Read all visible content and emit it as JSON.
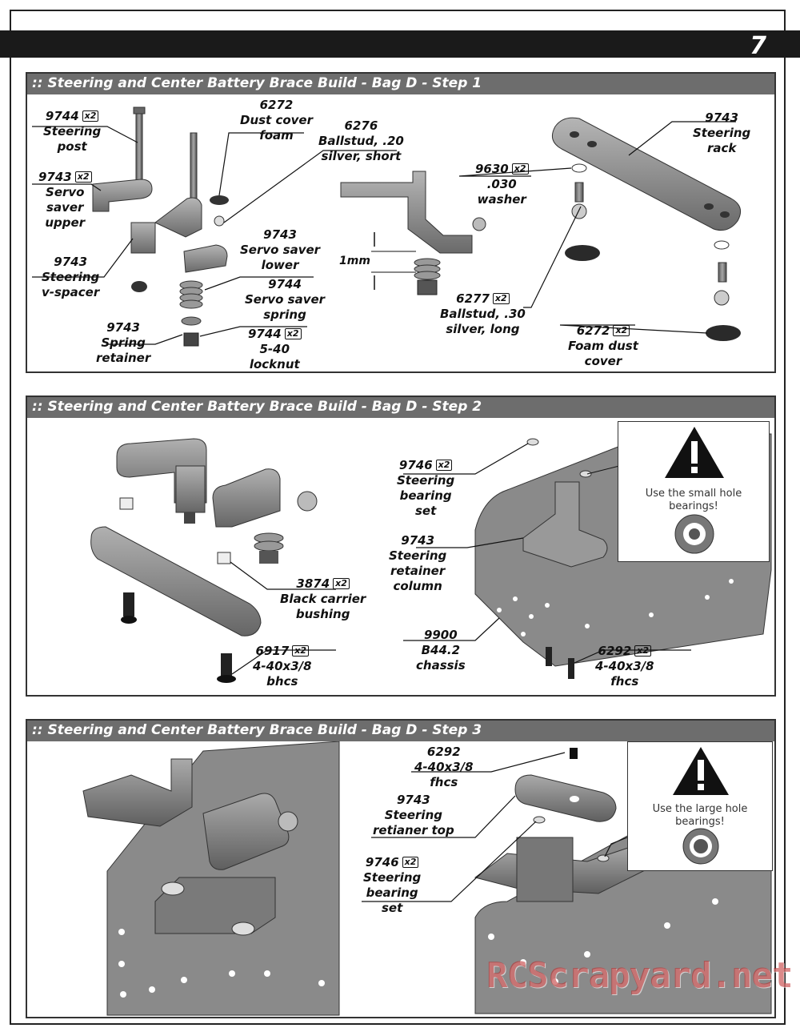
{
  "page": {
    "number": "7"
  },
  "step1": {
    "title": ":: Steering and Center Battery Brace Build - Bag D - Step 1",
    "labels": {
      "p9744_post": {
        "num": "9744",
        "qty": "x2",
        "line1": "Steering",
        "line2": "post"
      },
      "p9743_upper": {
        "num": "9743",
        "qty": "x2",
        "line1": "Servo",
        "line2": "saver",
        "line3": "upper"
      },
      "p9743_vspacer": {
        "num": "9743",
        "line1": "Steering",
        "line2": "v-spacer"
      },
      "p9743_retainer": {
        "num": "9743",
        "line1": "Spring",
        "line2": "retainer"
      },
      "p6272_dust": {
        "num": "6272",
        "line1": "Dust cover",
        "line2": "foam"
      },
      "p6276_ball": {
        "num": "6276",
        "line1": "Ballstud, .20",
        "line2": "silver, short"
      },
      "p9743_lower": {
        "num": "9743",
        "line1": "Servo saver",
        "line2": "lower"
      },
      "p9744_spring": {
        "num": "9744",
        "line1": "Servo saver",
        "line2": "spring"
      },
      "p9744_locknut": {
        "num": "9744",
        "qty": "x2",
        "line1": "5-40",
        "line2": "locknut"
      },
      "p9630_washer": {
        "num": "9630",
        "qty": "x2",
        "line1": ".030",
        "line2": "washer"
      },
      "p6277_ball": {
        "num": "6277",
        "qty": "x2",
        "line1": "Ballstud, .30",
        "line2": "silver, long"
      },
      "p9743_rack": {
        "num": "9743",
        "line1": "Steering",
        "line2": "rack"
      },
      "p6272_foam": {
        "num": "6272",
        "qty": "x2",
        "line1": "Foam dust",
        "line2": "cover"
      },
      "dim_1mm": "1mm"
    }
  },
  "step2": {
    "title": ":: Steering and Center Battery Brace Build - Bag D - Step 2",
    "labels": {
      "p3874": {
        "num": "3874",
        "qty": "x2",
        "line1": "Black carrier",
        "line2": "bushing"
      },
      "p6917": {
        "num": "6917",
        "qty": "x2",
        "line1": "4-40x3/8",
        "line2": "bhcs"
      },
      "p9746": {
        "num": "9746",
        "qty": "x2",
        "line1": "Steering",
        "line2": "bearing",
        "line3": "set"
      },
      "p9743_col": {
        "num": "9743",
        "line1": "Steering",
        "line2": "retainer",
        "line3": "column"
      },
      "p9900": {
        "num": "9900",
        "line1": "B44.2",
        "line2": "chassis"
      },
      "p6292": {
        "num": "6292",
        "qty": "x2",
        "line1": "4-40x3/8",
        "line2": "fhcs"
      }
    },
    "warning": {
      "icon": "warning-triangle-icon",
      "text1": "Use the small hole",
      "text2": "bearings!"
    }
  },
  "step3": {
    "title": ":: Steering and Center Battery Brace Build - Bag D - Step 3",
    "labels": {
      "p6292": {
        "num": "6292",
        "line1": "4-40x3/8",
        "line2": "fhcs"
      },
      "p9743_top": {
        "num": "9743",
        "line1": "Steering",
        "line2": "retianer top"
      },
      "p9746": {
        "num": "9746",
        "qty": "x2",
        "line1": "Steering",
        "line2": "bearing",
        "line3": "set"
      }
    },
    "warning": {
      "icon": "warning-triangle-icon",
      "text1": "Use the large hole",
      "text2": "bearings!"
    }
  },
  "watermark": "RCScrapyard.net",
  "colors": {
    "part_gray": "#8a8a8a",
    "part_dark": "#4d4d4d",
    "header_bar": "#6d6d6d",
    "top_bar": "#1a1a1a"
  }
}
